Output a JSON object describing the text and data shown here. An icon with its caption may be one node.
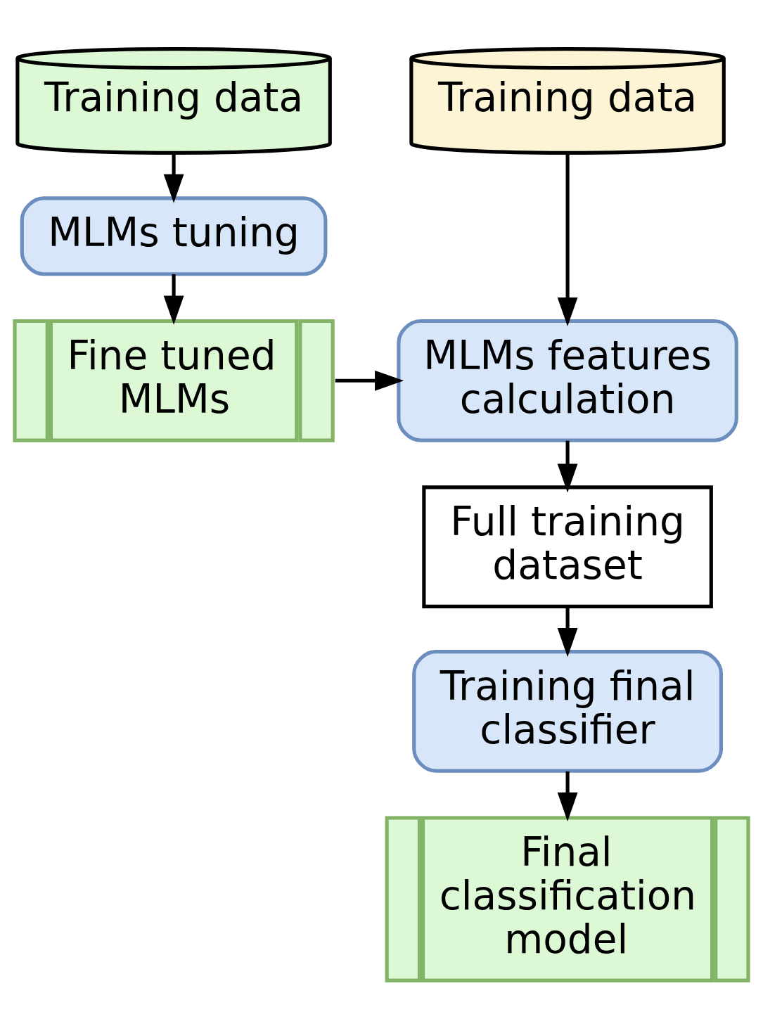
{
  "diagram": {
    "nodes": [
      {
        "text": [
          "Training data"
        ]
      },
      {
        "text": [
          "Training data"
        ]
      },
      {
        "text": [
          "MLMs tuning"
        ]
      },
      {
        "text": [
          "Fine tuned MLMs"
        ]
      },
      {
        "text": [
          "MLMs features calculation"
        ]
      },
      {
        "text": [
          "Full training dataset"
        ]
      },
      {
        "text": [
          "Training final classifier"
        ]
      },
      {
        "text": [
          "Final classification model"
        ]
      }
    ],
    "edges": [
      {
        "from": 0,
        "to": 2,
        "arrow": "to"
      },
      {
        "from": 2,
        "to": 3,
        "arrow": "to"
      },
      {
        "from": 1,
        "to": 4,
        "arrow": "to"
      },
      {
        "from": 3,
        "to": 4,
        "arrow": "to"
      },
      {
        "from": 4,
        "to": 5,
        "arrow": "to"
      },
      {
        "from": 5,
        "to": 6,
        "arrow": "to"
      },
      {
        "from": 6,
        "to": 7,
        "arrow": "to"
      }
    ]
  }
}
